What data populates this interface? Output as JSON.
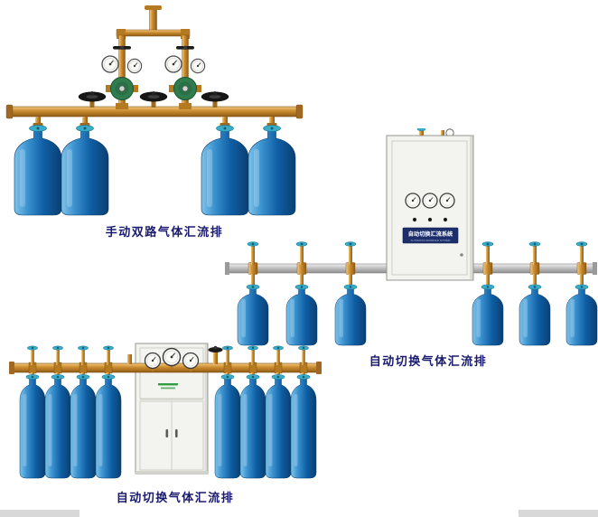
{
  "products": [
    {
      "name": "manual-dual-manifold",
      "caption": "手动双路气体汇流排",
      "cylinder_count": 4
    },
    {
      "name": "auto-switch-wall-manifold",
      "caption": "自动切换气体汇流排",
      "cylinder_count": 6,
      "cabinet": {
        "label": "自动切换汇流系统",
        "sublabel": "AUTOMATIC MANIFOLD SYSTEM",
        "gauge_count": 3
      }
    },
    {
      "name": "auto-switch-floor-manifold",
      "caption": "自动切换气体汇流排",
      "cylinder_count": 8,
      "cabinet": {
        "gauge_count": 3
      }
    }
  ],
  "colors": {
    "caption_text": "#1a1a70",
    "cylinder_blue": "#0f5fa5",
    "brass": "#c8862a",
    "manifold_silver": "#c2c2c2",
    "valve_cyan": "#35aac5",
    "cabinet_body": "#f3f3ef",
    "background": "#ffffff"
  }
}
